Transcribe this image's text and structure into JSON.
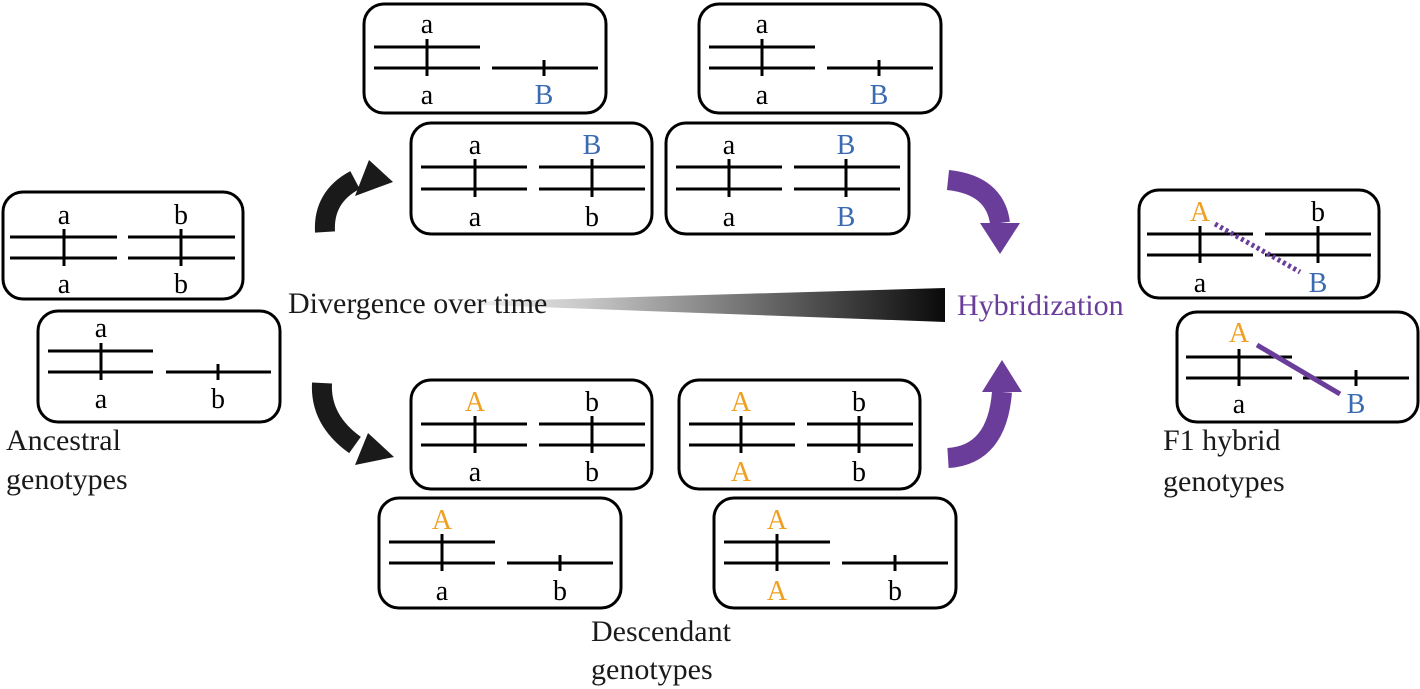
{
  "labels": {
    "ancestral_1": "Ancestral",
    "ancestral_2": "genotypes",
    "descendant_1": "Descendant",
    "descendant_2": "genotypes",
    "f1_1": "F1 hybrid",
    "f1_2": "genotypes",
    "divergence": "Divergence over time",
    "hybridization": "Hybridization"
  },
  "colors": {
    "ancestral": "#1a1a1a",
    "derived_B": "#3a6bb0",
    "derived_A": "#f0a020",
    "hybrid": "#6a3d9a",
    "arrow_black": "#1a1a1a",
    "box_stroke": "#000000"
  },
  "genotypes": {
    "anc_diploid": {
      "l1t": "a",
      "l1b": "a",
      "l2t": "b",
      "l2b": "b"
    },
    "anc_haploid": {
      "t": "a",
      "b1": "a",
      "b2": "b"
    },
    "top_hap_1": {
      "t": "a",
      "b1": "a",
      "b2": "B"
    },
    "top_hap_2": {
      "t": "a",
      "b1": "a",
      "b2": "B"
    },
    "top_dip_1": {
      "l1t": "a",
      "l1b": "a",
      "l2t": "B",
      "l2b": "b"
    },
    "top_dip_2": {
      "l1t": "a",
      "l1b": "a",
      "l2t": "B",
      "l2b": "B"
    },
    "bot_dip_1": {
      "l1t": "A",
      "l1b": "a",
      "l2t": "b",
      "l2b": "b"
    },
    "bot_dip_2": {
      "l1t": "A",
      "l1b": "A",
      "l2t": "b",
      "l2b": "b"
    },
    "bot_hap_1": {
      "t": "A",
      "b1": "a",
      "b2": "b"
    },
    "bot_hap_2": {
      "t": "A",
      "b1": "A",
      "b2": "b"
    },
    "f1_dip": {
      "l1t": "A",
      "l1b": "a",
      "l2t": "b",
      "l2b": "B"
    },
    "f1_hap": {
      "t": "A",
      "b1": "a",
      "b2": "B"
    }
  }
}
